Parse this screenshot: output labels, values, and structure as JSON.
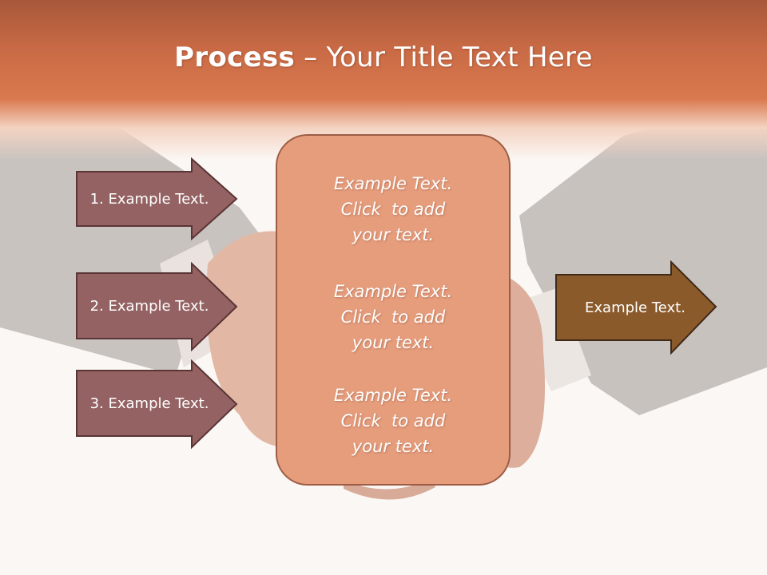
{
  "slide": {
    "title_bold": "Process",
    "title_rest": " – Your Title Text Here",
    "left_arrows": [
      {
        "label": "1. Example Text."
      },
      {
        "label": "2. Example Text."
      },
      {
        "label": "3. Example Text."
      }
    ],
    "center_blocks": [
      {
        "line1": "Example Text.",
        "line2": "Click  to add",
        "line3": "your text."
      },
      {
        "line1": "Example Text.",
        "line2": "Click  to add",
        "line3": "your text."
      },
      {
        "line1": "Example Text.",
        "line2": "Click  to add",
        "line3": "your text."
      }
    ],
    "right_arrow": {
      "label": "Example Text."
    }
  },
  "colors": {
    "header": "#d9794f",
    "left_arrow_fill": "#946263",
    "center_box_fill": "#e69d7c",
    "right_arrow_fill": "#8b5a2b",
    "background": "#fbf7f4"
  }
}
